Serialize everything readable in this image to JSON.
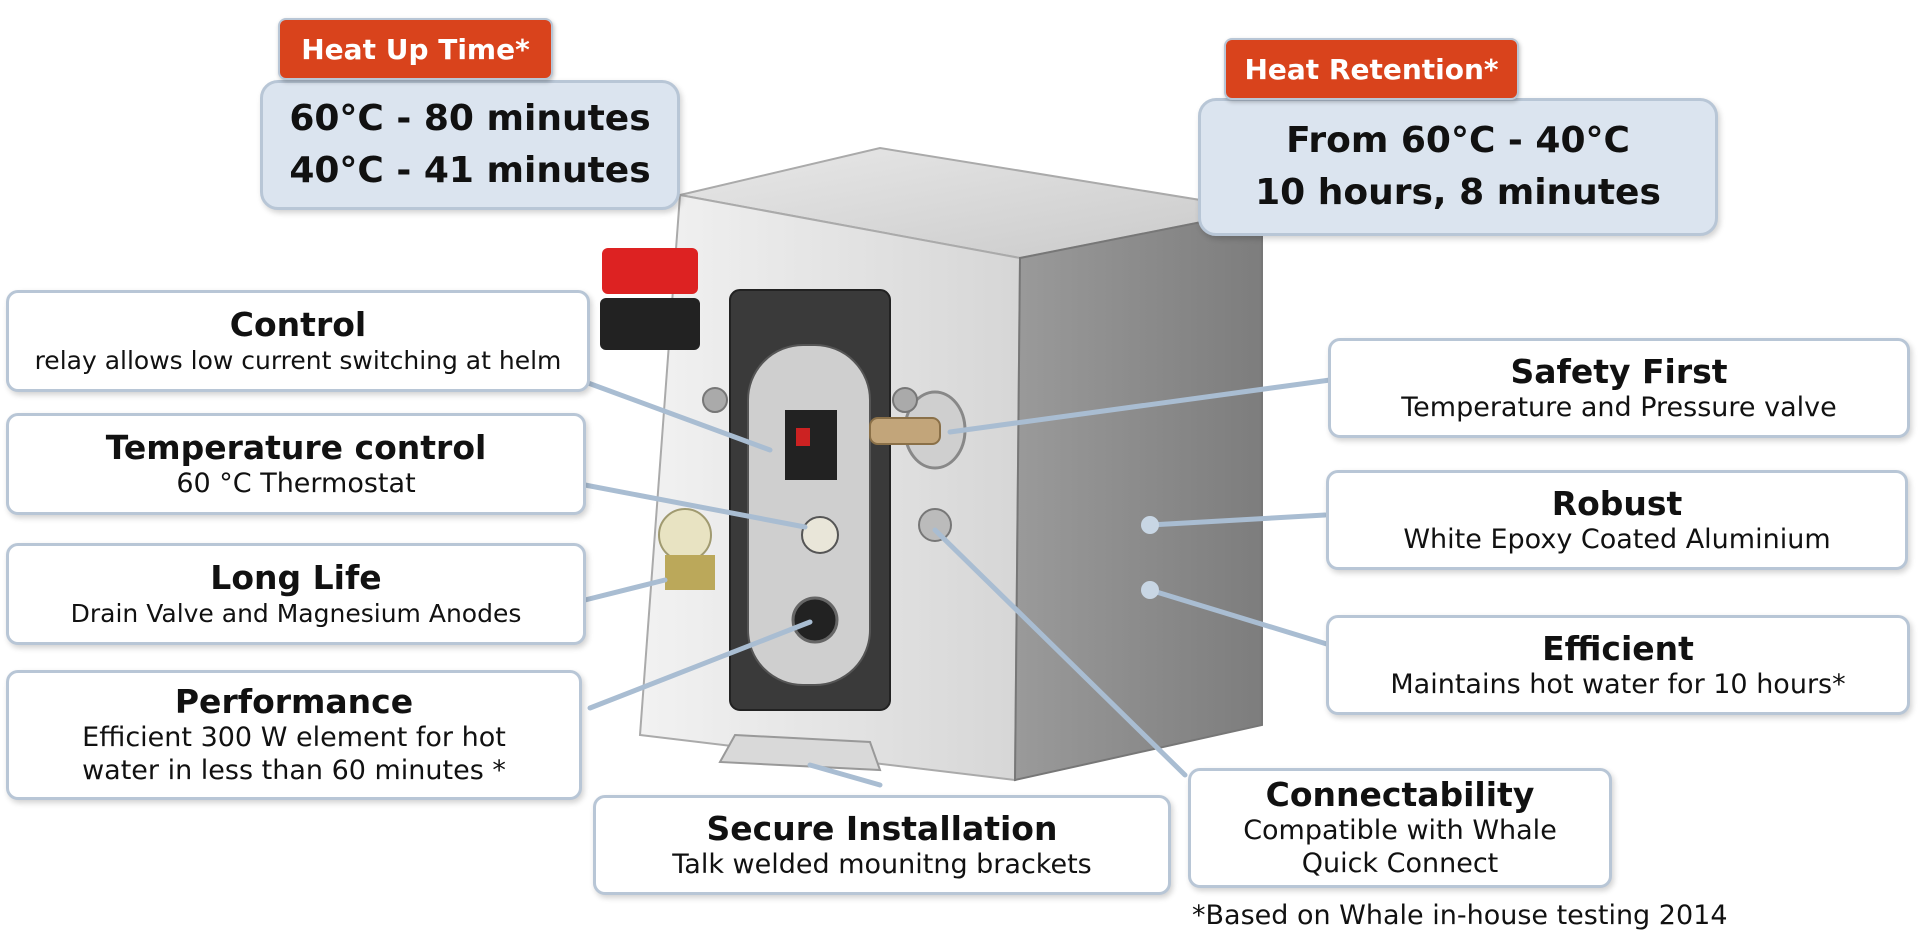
{
  "heat_up": {
    "tag": "Heat Up Time*",
    "line1": "60°C - 80 minutes",
    "line2": "40°C - 41 minutes"
  },
  "heat_retention": {
    "tag": "Heat  Retention*",
    "line1": "From 60°C - 40°C",
    "line2": "10 hours, 8 minutes"
  },
  "callouts": {
    "control": {
      "title": "Control",
      "desc": "relay allows low current switching at helm"
    },
    "temperature": {
      "title": "Temperature control",
      "desc": "60 °C  Thermostat"
    },
    "long_life": {
      "title": "Long Life",
      "desc": "Drain Valve and Magnesium Anodes"
    },
    "performance": {
      "title": "Performance",
      "desc1": "Efficient 300 W element for hot",
      "desc2": "water in less than 60 minutes *"
    },
    "secure": {
      "title": "Secure Installation",
      "desc": "Talk welded mounitng brackets"
    },
    "connect": {
      "title": "Connectability",
      "desc1": "Compatible with Whale",
      "desc2": "Quick Connect"
    },
    "safety": {
      "title": "Safety First",
      "desc": "Temperature and Pressure valve"
    },
    "robust": {
      "title": "Robust",
      "desc": "White Epoxy Coated Aluminium"
    },
    "efficient": {
      "title": "Efficient",
      "desc": "Maintains hot water for 10 hours*"
    }
  },
  "footnote": "*Based on Whale in-house testing 2014",
  "colors": {
    "tag_orange": "#d9431c",
    "stat_fill": "#dbe4ef",
    "callout_border": "#b8c6d6",
    "leader_line": "#a9bdd2"
  }
}
